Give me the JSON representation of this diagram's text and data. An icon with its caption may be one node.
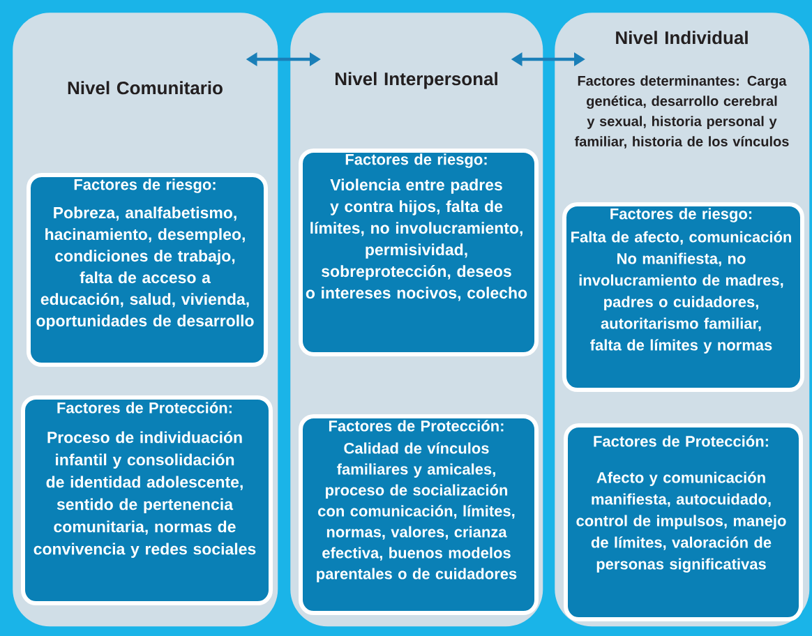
{
  "diagram": {
    "nodes": [
      {
        "text": [
          "Nivel Comunitario"
        ]
      },
      {
        "text": [
          "Factores de riesgo:",
          "Pobreza, analfabetismo, hacinamiento, desempleo, condiciones de trabajo, falta de acceso a educación, salud, vivienda, oportunidades de desarrollo"
        ],
        "in": 0
      },
      {
        "text": [
          "Factores de Protección:",
          "Proceso de individuación infantil y consolidación de identidad adolescente, sentido de pertenencia comunitaria, normas de convivencia y redes sociales"
        ],
        "in": 0
      },
      {
        "text": [
          "Nivel Interpersonal"
        ]
      },
      {
        "text": [
          "Factores de riesgo:",
          "Violencia entre padres y contra hijos, falta de límites, no involucramiento, permisividad, sobreprotección, deseos o intereses nocivos, colecho"
        ],
        "in": 3
      },
      {
        "text": [
          "Factores de Protección:",
          "Calidad de vínculos familiares y amicales, proceso de socialización con comunicación, límites, normas, valores, crianza efectiva, buenos modelos parentales o de cuidadores"
        ],
        "in": 3
      },
      {
        "text": [
          "Nivel Individual",
          "Factores determinantes: Carga genética, desarrollo cerebral y sexual, historia personal y familiar, historia de los vínculos"
        ]
      },
      {
        "text": [
          "Factores de riesgo:",
          "Falta de afecto, comunicación No manifiesta, no involucramiento de madres, padres o cuidadores, autoritarismo familiar, falta de límites y normas"
        ],
        "in": 6
      },
      {
        "text": [
          "Factores de Protección:",
          "Afecto y comunicación manifiesta, autocuidado, control de impulsos, manejo de límites, valoración de personas significativas"
        ],
        "in": 6
      }
    ],
    "edges": [
      {
        "from": 0,
        "to": 3,
        "arrow": "both"
      },
      {
        "from": 3,
        "to": 6,
        "arrow": "both"
      }
    ]
  }
}
